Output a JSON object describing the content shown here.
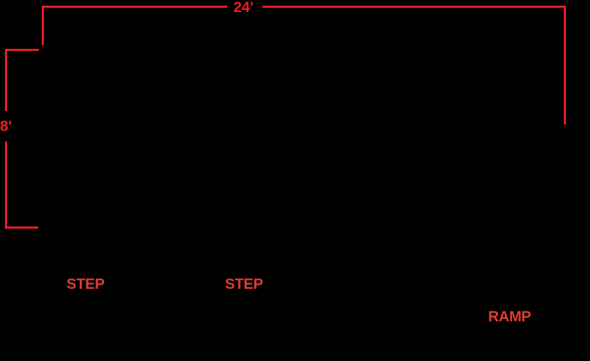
{
  "diagram": {
    "type": "stage-platform-dimension-plan",
    "background_color": "#000000",
    "line_color": "#ED1C24",
    "label_color": "#E03C31",
    "dimensions": {
      "width_label": "24'",
      "height_label": "8'"
    },
    "zones": [
      {
        "label": "STEP"
      },
      {
        "label": "STEP"
      },
      {
        "label": "RAMP"
      }
    ]
  }
}
